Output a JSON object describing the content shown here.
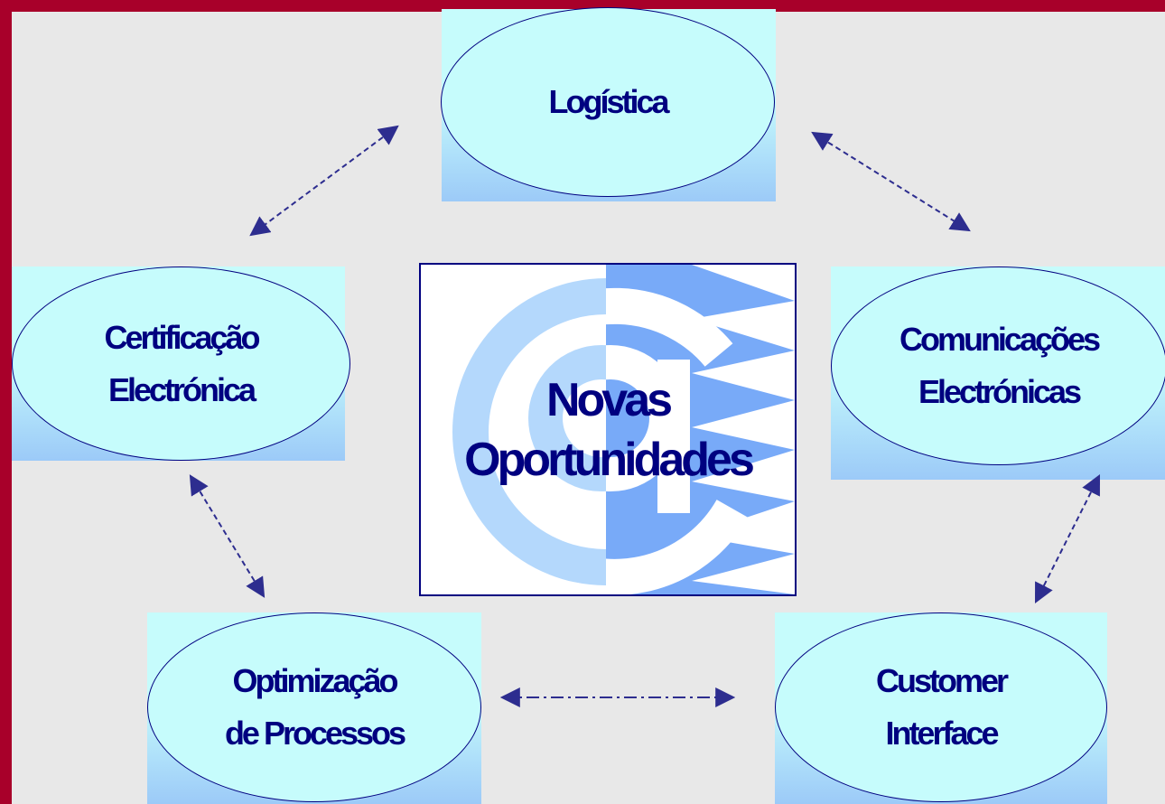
{
  "center": {
    "line1": "Novas",
    "line2": "Oportunidades"
  },
  "nodes": {
    "logistica": {
      "line1": "Logística"
    },
    "certificacao": {
      "line1": "Certificação",
      "line2": "Electrónica"
    },
    "comunicacoes": {
      "line1": "Comunicações",
      "line2": "Electrónicas"
    },
    "optimizacao": {
      "line1": "Optimização",
      "line2": "de Processos"
    },
    "customer": {
      "line1": "Customer",
      "line2": "Interface"
    }
  },
  "colors": {
    "frame": "#a8002a",
    "background": "#e8e8e8",
    "text": "#000080",
    "ellipse_fill": "#c6fcfc",
    "box_gradient_bottom": "#9ccaf8",
    "at_light": "#b4d8fc",
    "at_dark": "#78aaf8"
  },
  "icons": {
    "center_graphic": "at-sign-icon",
    "connectors": "dashed-double-arrow"
  }
}
